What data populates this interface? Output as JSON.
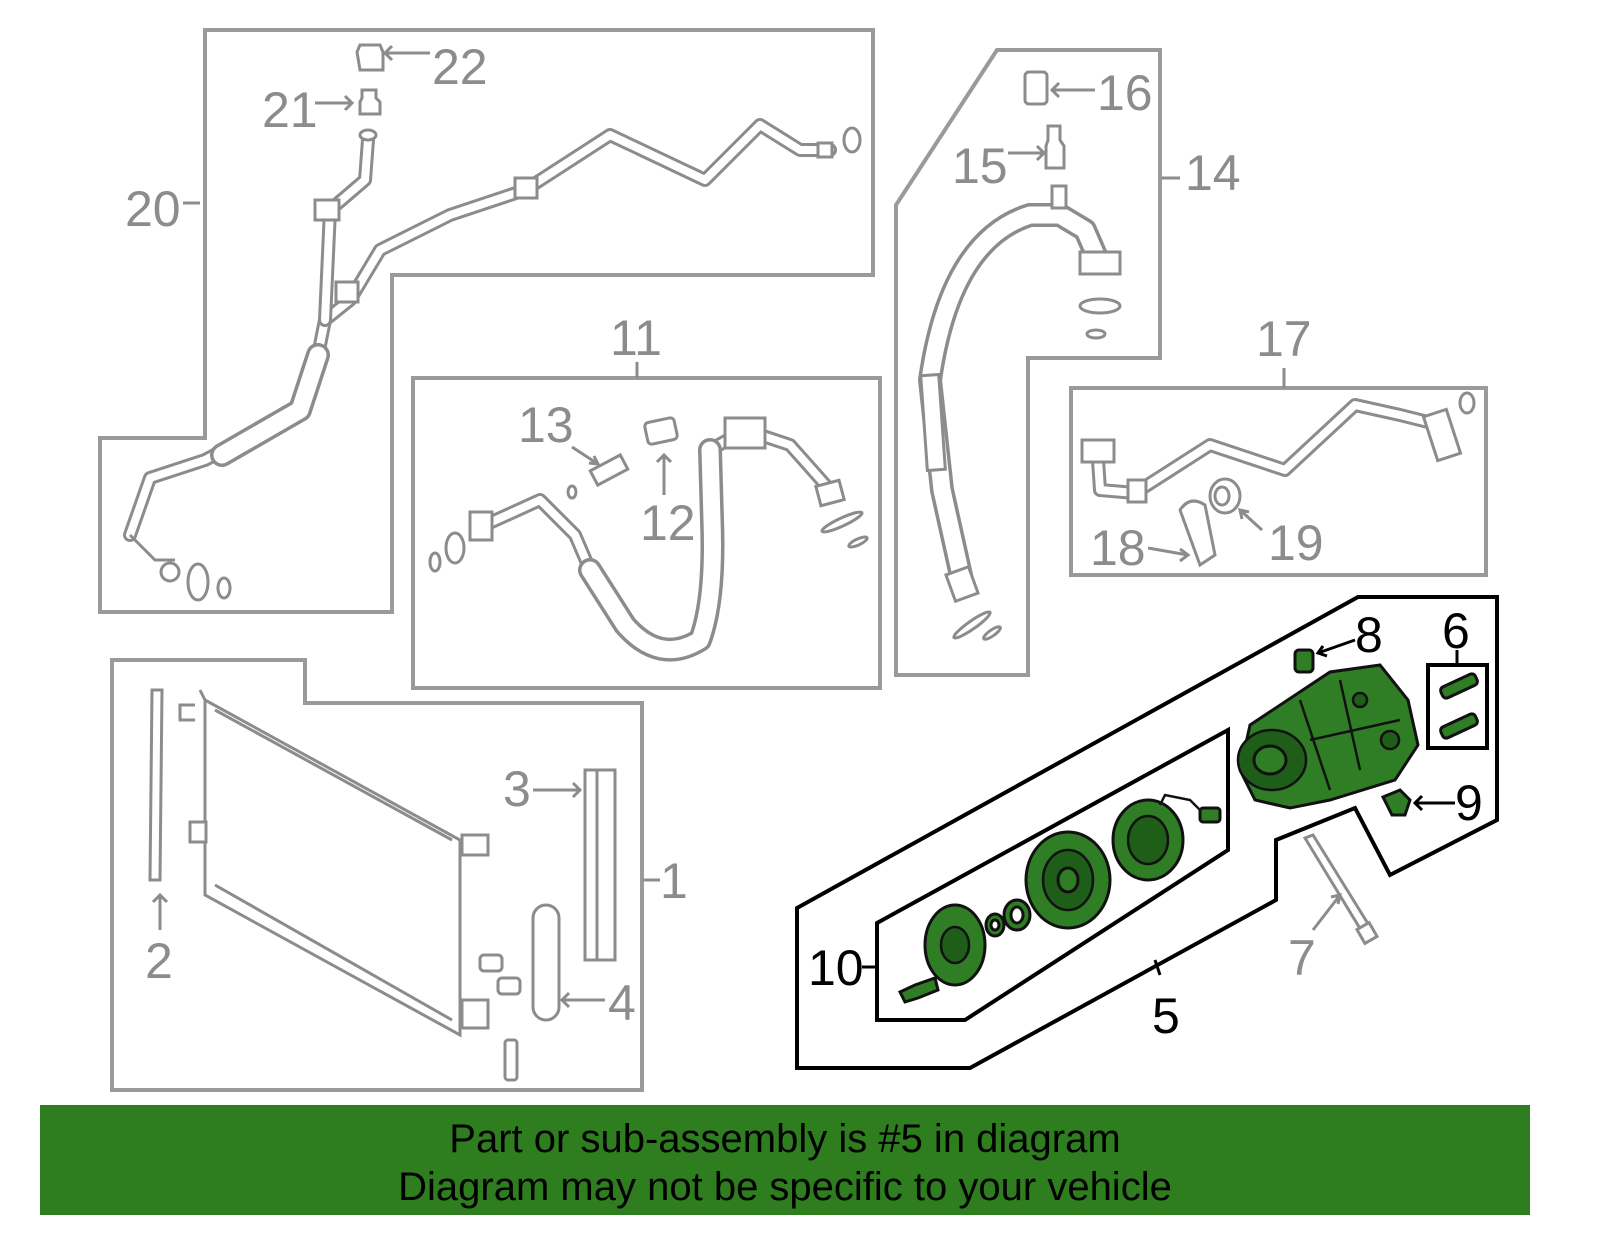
{
  "callouts": {
    "c1": "1",
    "c2": "2",
    "c3": "3",
    "c4": "4",
    "c5": "5",
    "c6": "6",
    "c7": "7",
    "c8": "8",
    "c9": "9",
    "c10": "10",
    "c11": "11",
    "c12": "12",
    "c13": "13",
    "c14": "14",
    "c15": "15",
    "c16": "16",
    "c17": "17",
    "c18": "18",
    "c19": "19",
    "c20": "20",
    "c21": "21",
    "c22": "22"
  },
  "highlight": {
    "part_number": "5",
    "color": "#2e7d1e"
  },
  "banner": {
    "line1": "Part or sub-assembly is #5 in diagram",
    "line2": "Diagram may not be specific to your vehicle"
  }
}
